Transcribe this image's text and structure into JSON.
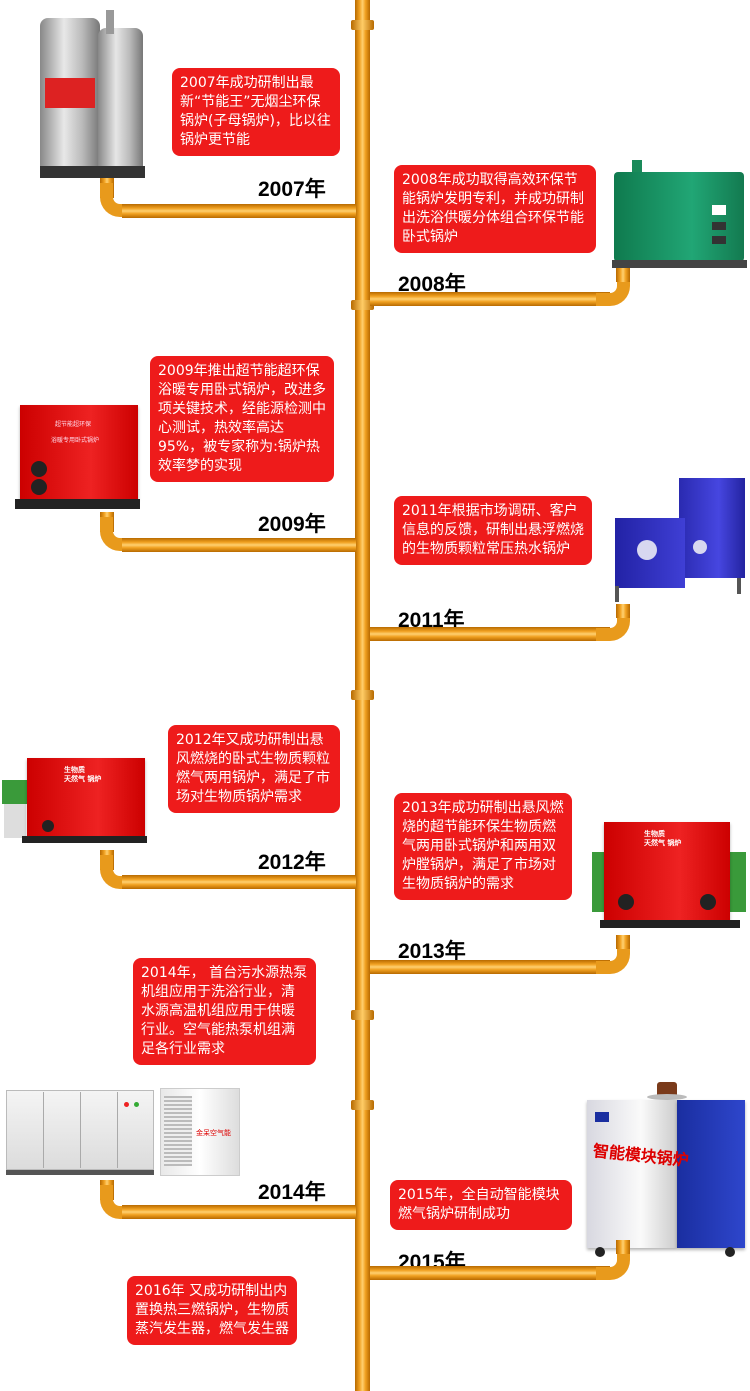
{
  "milestones": [
    {
      "year": "2007年",
      "text": "2007年成功研制出最新“节能王”无烟尘环保锅炉(子母锅炉)，比以往锅炉更节能"
    },
    {
      "year": "2008年",
      "text": "2008年成功取得高效环保节能锅炉发明专利，并成功研制出洗浴供暖分体组合环保节能卧式锅炉"
    },
    {
      "year": "2009年",
      "text": "2009年推出超节能超环保浴暖专用卧式锅炉，改进多项关键技术，经能源检测中心测试，热效率高达95%，被专家称为:锅炉热效率梦的实现"
    },
    {
      "year": "2011年",
      "text": "2011年根据市场调研、客户信息的反馈，研制出悬浮燃烧的生物质颗粒常压热水锅炉"
    },
    {
      "year": "2012年",
      "text": "2012年又成功研制出悬风燃烧的卧式生物质颗粒燃气两用锅炉，满足了市场对生物质锅炉需求"
    },
    {
      "year": "2013年",
      "text": "2013年成功研制出悬风燃烧的超节能环保生物质燃气两用卧式锅炉和两用双炉膛锅炉，满足了市场对生物质锅炉的需求"
    },
    {
      "year": "2014年",
      "text": "2014年，  首台污水源热泵机组应用于洗浴行业，清水源高温机组应用于供暖行业。空气能热泵机组满足各行业需求"
    },
    {
      "year": "2015年",
      "text": "2015年，全自动智能模块燃气锅炉研制成功"
    },
    {
      "year": "",
      "text": "2016年 又成功研制出内置换热三燃锅炉，生物质蒸汽发生器，燃气发生器"
    }
  ],
  "product_labels": {
    "b2009_line1": "超节能超环保",
    "b2009_line2": "浴暖专用卧式锅炉",
    "b2012_main": "生物质\n天然气 锅炉",
    "b2013_main": "生物质\n天然气 锅炉",
    "b2014_brand": "金呆空气能",
    "b2015_brand": "智能模块锅炉"
  },
  "colors": {
    "accent_red": "#ee1b1b",
    "pipe": "#e89a1c"
  }
}
